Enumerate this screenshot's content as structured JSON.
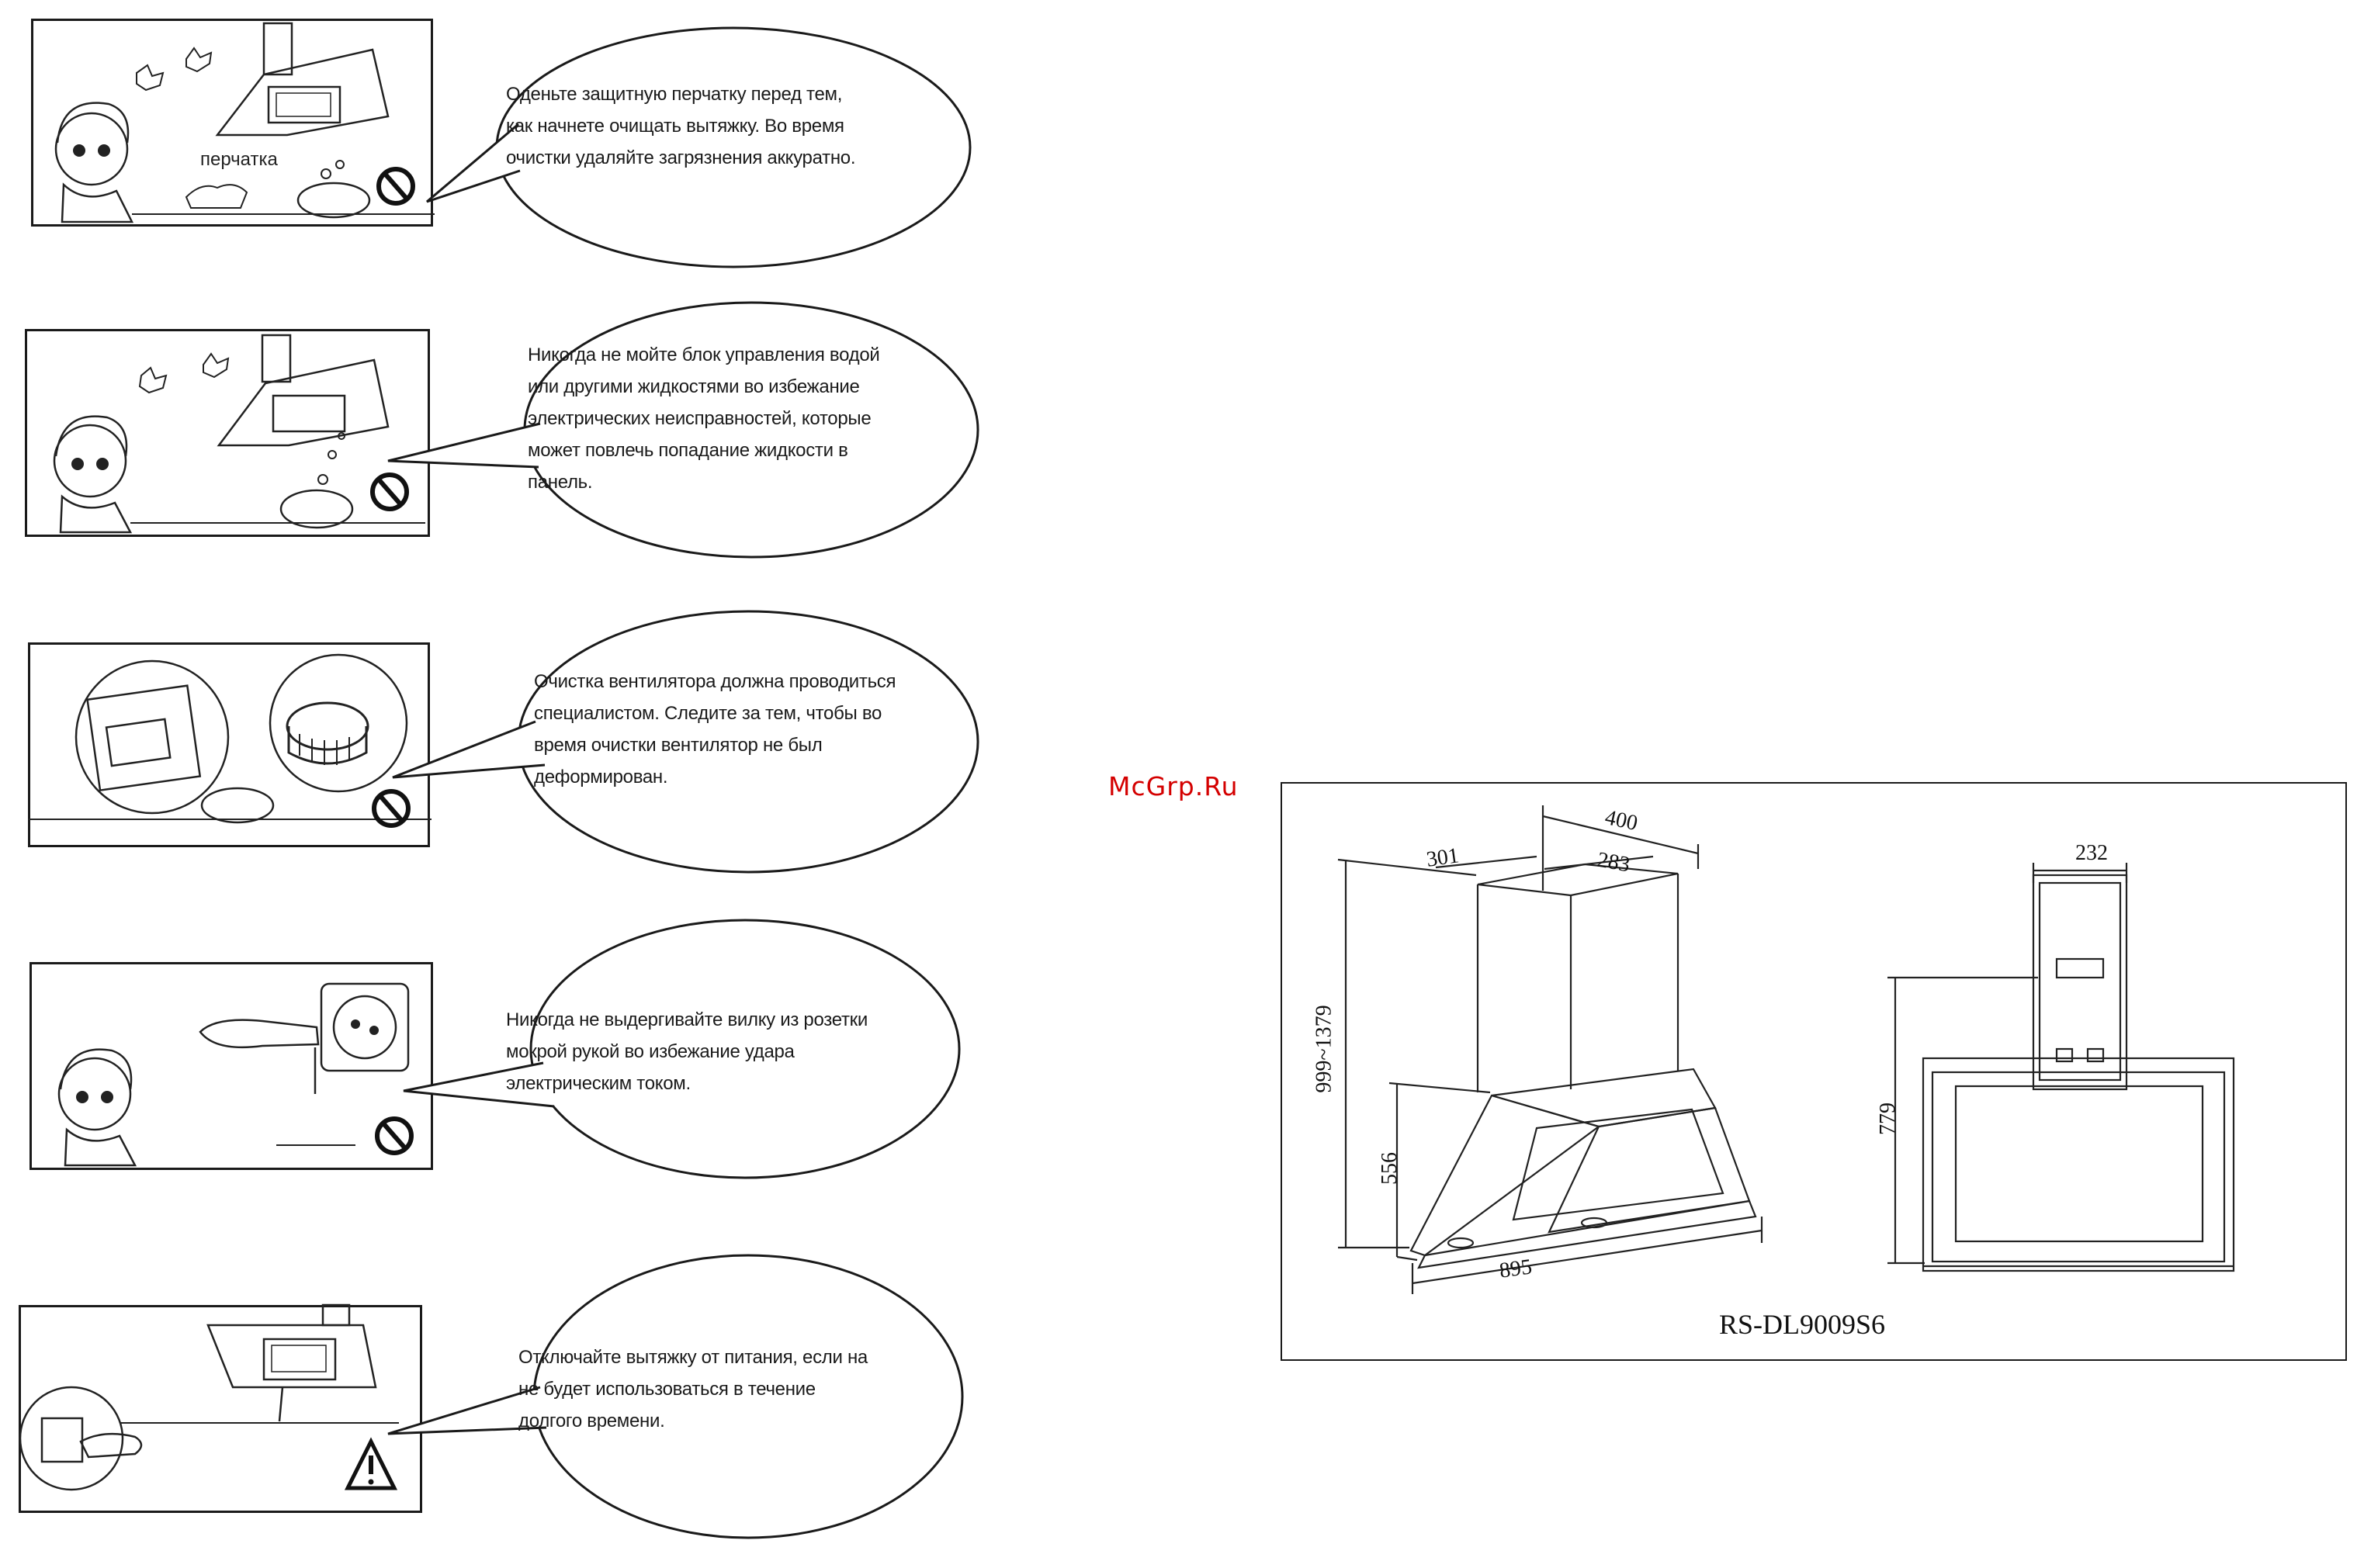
{
  "panels": [
    {
      "label": "перчатка",
      "lines": [
        "Оденьте защитную перчатку перед тем,",
        "как начнете очищать вытяжку. Во время",
        "очистки удаляйте загрязнения аккуратно."
      ],
      "sign": "prohibited-icon"
    },
    {
      "lines": [
        "Никогда не мойте блок управления водой",
        "или другими жидкостями во избежание",
        "электрических неисправностей, которые",
        "может повлечь попадание жидкости в",
        "панель."
      ],
      "sign": "prohibited-icon"
    },
    {
      "lines": [
        "Очистка вентилятора должна проводиться",
        "специалистом. Следите за тем, чтобы во",
        "время очистки вентилятор не был",
        "деформирован."
      ],
      "sign": "prohibited-icon"
    },
    {
      "lines": [
        "Никогда не выдергивайте вилку из розетки",
        "мокрой рукой во избежание удара",
        "электрическим током."
      ],
      "sign": "prohibited-icon"
    },
    {
      "lines": [
        "Отключайте вытяжку от питания, если на",
        "не будет использоваться в течение",
        "долгого времени."
      ],
      "sign": "warning-triangle-icon"
    }
  ],
  "watermark": "McGrp.Ru",
  "diagram": {
    "dimensions": {
      "width_top": "400",
      "depth_left": "301",
      "depth_right": "283",
      "height_range": "999~1379",
      "height_lower": "556",
      "width_bottom": "895",
      "chimney_width": "232",
      "side_height": "779"
    },
    "model": "RS-DL9009S6"
  },
  "colors": {
    "ink": "#1a1a1a",
    "watermark": "#d40000"
  }
}
